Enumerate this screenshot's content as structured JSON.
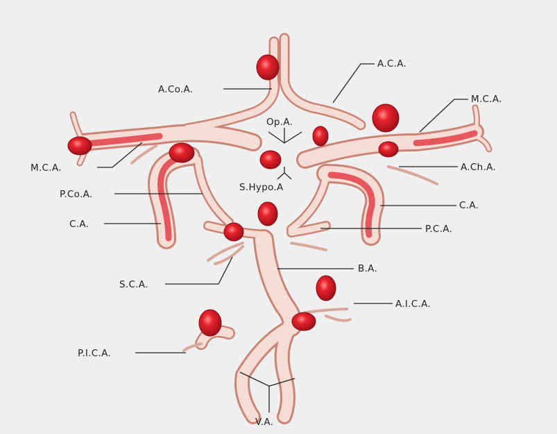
{
  "diagram": {
    "labels": {
      "aca": "A.C.A.",
      "acoa": "A.Co.A.",
      "mca_right": "M.C.A.",
      "opa": "Op.A.",
      "mca_left": "M.C.A.",
      "acha": "A.Ch.A.",
      "shypoa": "S.Hypo.A",
      "pcoa": "P.Co.A.",
      "ca_right": "C.A.",
      "ca_left": "C.A.",
      "pca": "P.C.A.",
      "ba": "B.A.",
      "sca": "S.C.A.",
      "aica": "A.I.C.A.",
      "pica": "P.I.C.A.",
      "va": "V.A."
    },
    "colors": {
      "vessel_fill": "#f3d8cf",
      "vessel_edge": "#c9786a",
      "aneurysm": "#e0202a",
      "aneurysm_dark": "#a3101a",
      "background": "#efeff0"
    }
  }
}
